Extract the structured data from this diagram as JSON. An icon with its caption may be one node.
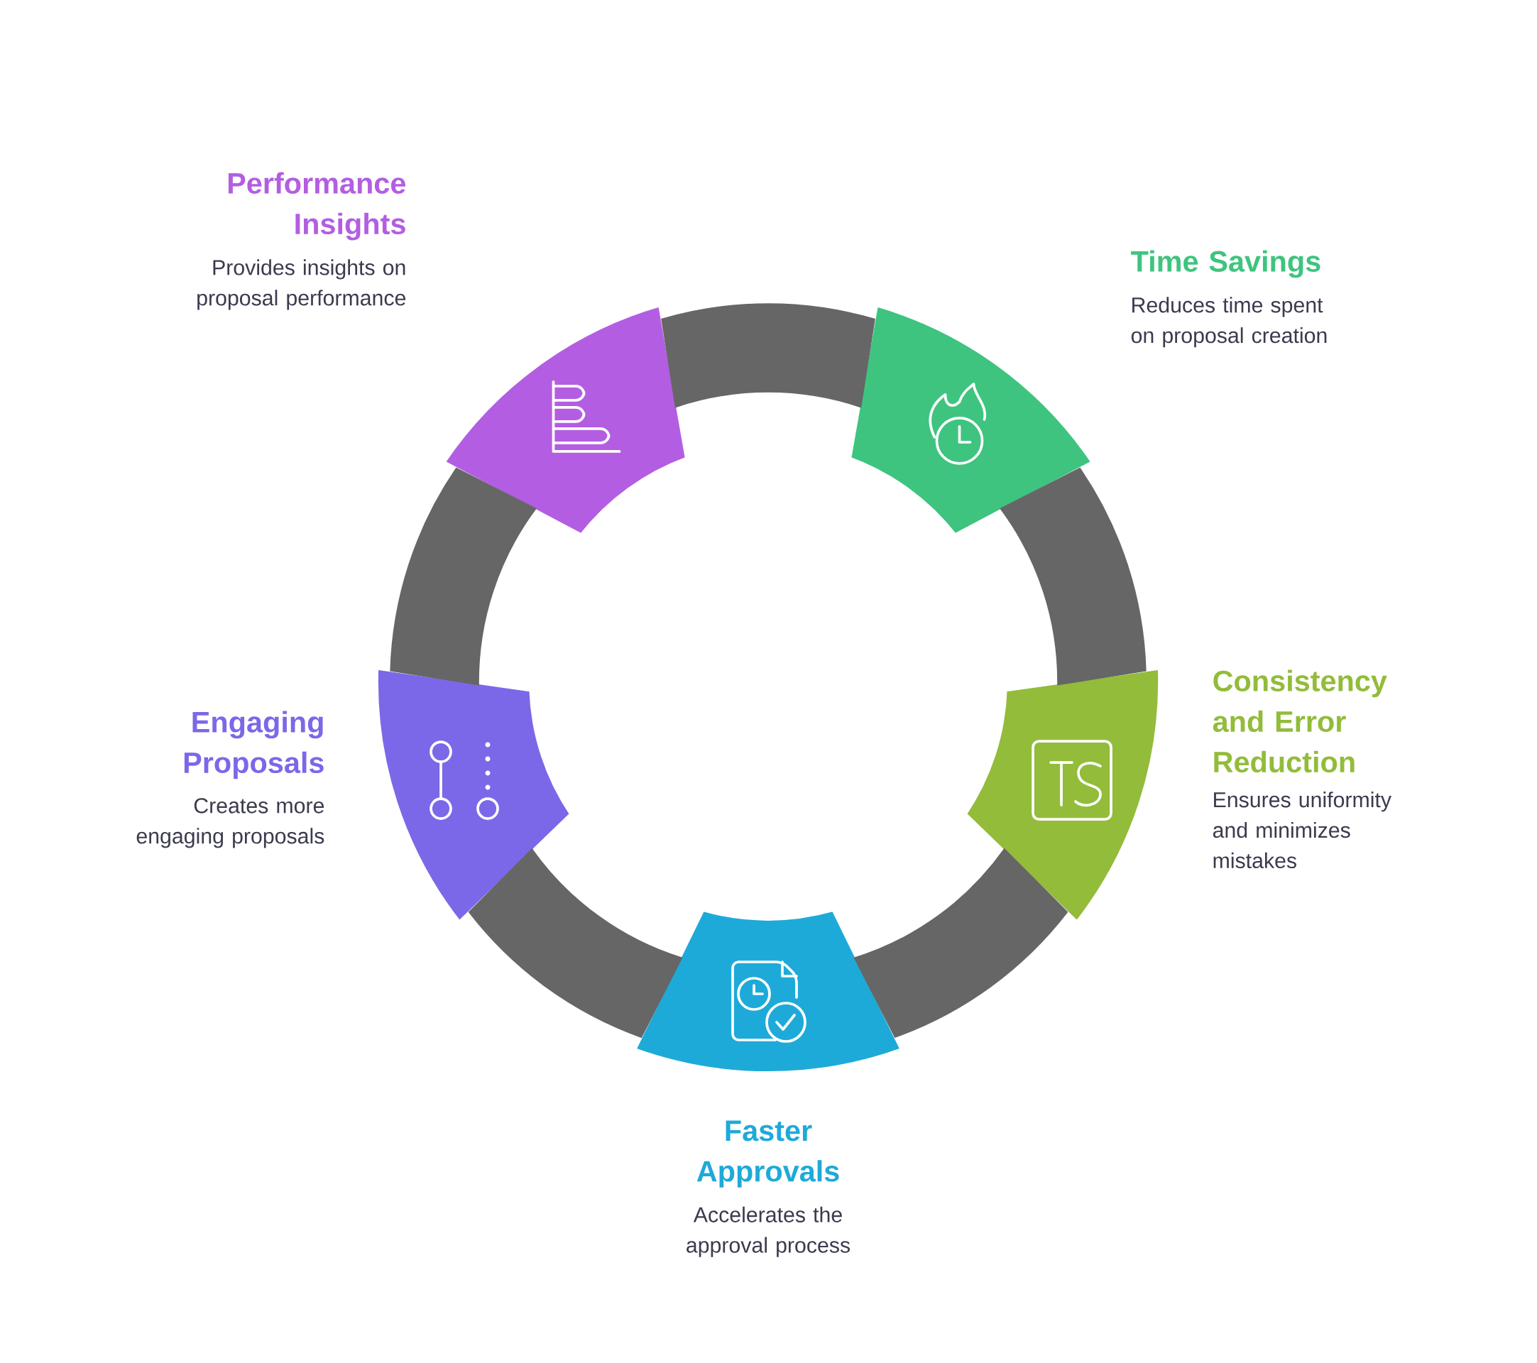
{
  "diagram": {
    "nodes": [
      {
        "text": [
          "Performance Insights",
          "Provides insights on proposal performance"
        ]
      },
      {
        "text": [
          "Time Savings",
          "Reduces time spent on proposal creation"
        ]
      },
      {
        "text": [
          "Consistency and Error Reduction",
          "Ensures uniformity and minimizes mistakes"
        ]
      },
      {
        "text": [
          "Faster Approvals",
          "Accelerates the approval process"
        ]
      },
      {
        "text": [
          "Engaging Proposals",
          "Creates more engaging proposals"
        ]
      }
    ],
    "edges": [
      {
        "from": 0,
        "to": 1,
        "arrow": "none"
      },
      {
        "from": 1,
        "to": 2,
        "arrow": "none"
      },
      {
        "from": 2,
        "to": 3,
        "arrow": "none"
      },
      {
        "from": 3,
        "to": 4,
        "arrow": "none"
      },
      {
        "from": 4,
        "to": 0,
        "arrow": "none"
      }
    ]
  }
}
